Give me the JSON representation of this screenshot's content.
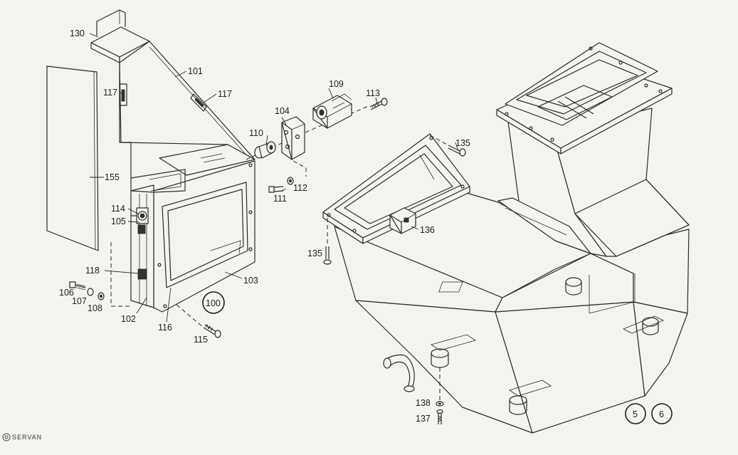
{
  "part_labels": {
    "p130": "130",
    "p101": "101",
    "p117a": "117",
    "p117b": "117",
    "p155": "155",
    "p114": "114",
    "p105": "105",
    "p118": "118",
    "p106": "106",
    "p107": "107",
    "p108": "108",
    "p102": "102",
    "p116": "116",
    "p115": "115",
    "p103": "103",
    "p100": "100",
    "p104": "104",
    "p110": "110",
    "p109": "109",
    "p113": "113",
    "p111": "111",
    "p112": "112",
    "p135a": "135",
    "p135b": "135",
    "p136": "136",
    "p138": "138",
    "p137": "137",
    "ref5": "5",
    "ref6": "6"
  },
  "logo": {
    "text": "SERVAN"
  }
}
